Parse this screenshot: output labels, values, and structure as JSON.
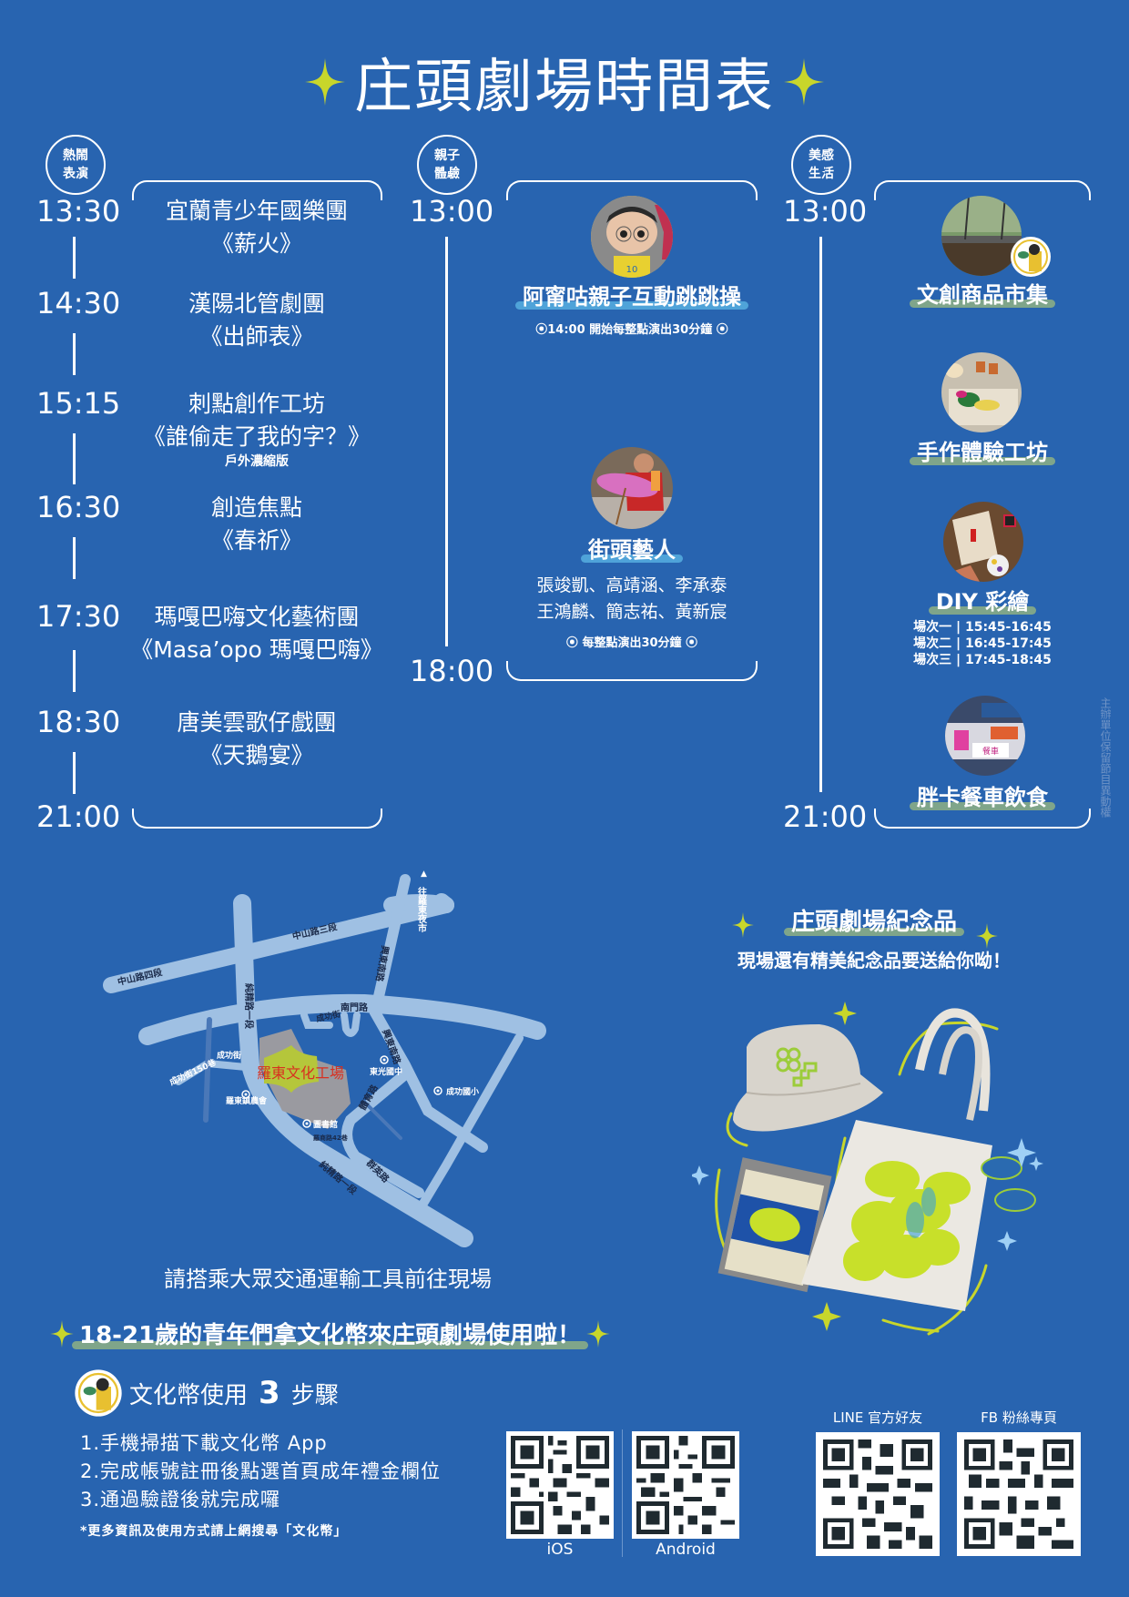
{
  "header": {
    "title": "庄頭劇場時間表",
    "sparkle_color": "#c8d62b"
  },
  "columns": {
    "performance": {
      "badge": [
        "熱鬧",
        "表演"
      ],
      "end_time": "21:00",
      "items": [
        {
          "time": "13:30",
          "group": "宜蘭青少年國樂團",
          "show": "《薪火》",
          "note": ""
        },
        {
          "time": "14:30",
          "group": "漢陽北管劇團",
          "show": "《出師表》",
          "note": ""
        },
        {
          "time": "15:15",
          "group": "刺點創作工坊",
          "show": "《誰偷走了我的字？》",
          "note": "戶外濃縮版"
        },
        {
          "time": "16:30",
          "group": "創造焦點",
          "show": "《春祈》",
          "note": ""
        },
        {
          "time": "17:30",
          "group": "瑪嘎巴嗨文化藝術團",
          "show": "《Masa’opo 瑪嘎巴嗨》",
          "note": ""
        },
        {
          "time": "18:30",
          "group": "唐美雲歌仔戲團",
          "show": "《天鵝宴》",
          "note": ""
        }
      ]
    },
    "family": {
      "badge": [
        "親子",
        "體驗"
      ],
      "start_time": "13:00",
      "end_time": "18:00",
      "items": [
        {
          "title": "阿甯咕親子互動跳跳操",
          "detail": "⦿14:00 開始每整點演出30分鐘 ⦿",
          "performers": []
        },
        {
          "title": "街頭藝人",
          "performers": [
            "張竣凱、高靖涵、李承泰",
            "王鴻麟、簡志祐、黃新宸"
          ],
          "detail": "⦿ 每整點演出30分鐘 ⦿"
        }
      ]
    },
    "lifestyle": {
      "badge": [
        "美感",
        "生活"
      ],
      "start_time": "13:00",
      "end_time": "21:00",
      "items": [
        {
          "title": "文創商品市集"
        },
        {
          "title": "手作體驗工坊"
        },
        {
          "title": "DIY 彩繪",
          "sessions": [
            {
              "label": "場次一",
              "time": "15:45-16:45"
            },
            {
              "label": "場次二",
              "time": "16:45-17:45"
            },
            {
              "label": "場次三",
              "time": "17:45-18:45"
            }
          ]
        },
        {
          "title": "胖卡餐車飲食"
        }
      ]
    },
    "side_note": "主辦單位保留節目異動權"
  },
  "map": {
    "venue": "羅東文化工場",
    "roads": [
      "中山路四段",
      "中山路三段",
      "純精路一段",
      "南門路",
      "興東南路",
      "成功街",
      "成功街150巷",
      "興東南路",
      "體育路",
      "群英路",
      "純精路一段",
      "羅商路42巷"
    ],
    "landmarks": [
      "東光國中",
      "成功國小",
      "羅東鎮農會",
      "圖書館"
    ],
    "direction": "▲往羅東夜市",
    "caption": "請搭乘大眾交通運輸工具前往現場"
  },
  "souvenir": {
    "title": "庄頭劇場紀念品",
    "subtitle": "現場還有精美紀念品要送給你呦！"
  },
  "culture_coin": {
    "headline": "18-21歲的青年們拿文化幣來庄頭劇場使用啦！",
    "steps_title_pre": "文化幣使用",
    "steps_count": "3",
    "steps_title_post": "步驟",
    "steps": [
      "1.手機掃描下載文化幣 App",
      "2.完成帳號註冊後點選首頁成年禮金欄位",
      "3.通過驗證後就完成囉"
    ],
    "footnote": "*更多資訊及使用方式請上網搜尋「文化幣」"
  },
  "qr_codes": [
    {
      "label": "iOS",
      "position": "bottom"
    },
    {
      "label": "Android",
      "position": "bottom"
    },
    {
      "label": "LINE 官方好友",
      "position": "top"
    },
    {
      "label": "FB 粉絲專頁",
      "position": "top"
    }
  ]
}
